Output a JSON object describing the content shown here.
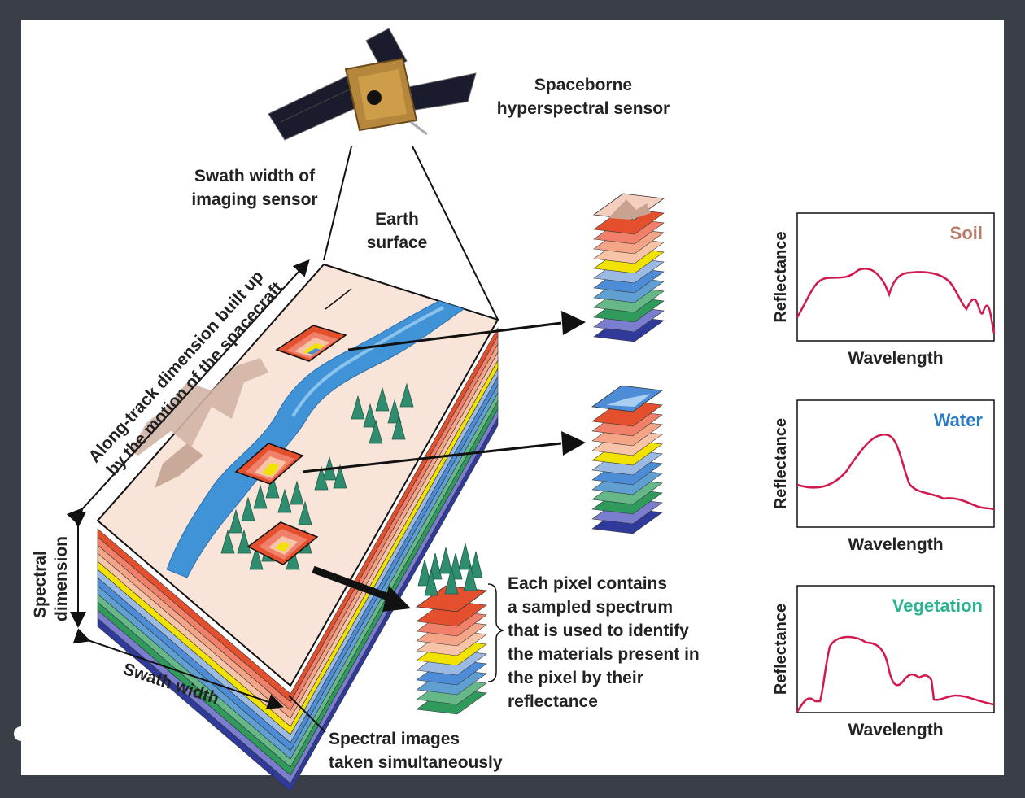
{
  "labels": {
    "sensor": "Spaceborne\nhyperspectral sensor",
    "swath_width_sensor": "Swath width of\nimaging sensor",
    "earth_surface": "Earth\nsurface",
    "along_track": "Along-track dimension built up\nby the motion of the spacecraft",
    "spectral_dimension": "Spectral\ndimension",
    "swath_width": "Swath width",
    "spectral_images": "Spectral  images\ntaken simultaneously",
    "pixel_note": "Each pixel contains\na sampled spectrum\nthat is used to identify\nthe materials present in\nthe pixel by their\nreflectance"
  },
  "charts": [
    {
      "title": "Soil",
      "color": "#b77b6a",
      "ylabel": "Reflectance",
      "xlabel": "Wavelength"
    },
    {
      "title": "Water",
      "color": "#2a7bc4",
      "ylabel": "Reflectance",
      "xlabel": "Wavelength"
    },
    {
      "title": "Vegetation",
      "color": "#2bb38f",
      "ylabel": "Reflectance",
      "xlabel": "Wavelength"
    }
  ],
  "colors": {
    "band_colors": [
      "#e4502e",
      "#f0806a",
      "#f4a487",
      "#f7c4a8",
      "#f1e200",
      "#9ab9e3",
      "#4d8cd6",
      "#5f9fd1",
      "#67b888",
      "#2f9a5c",
      "#7b7ecf",
      "#303a9a"
    ],
    "curve": "#d2194e",
    "river": "#3f93d6",
    "ground": "#f8e4d8",
    "tree": "#2f8c6e"
  }
}
